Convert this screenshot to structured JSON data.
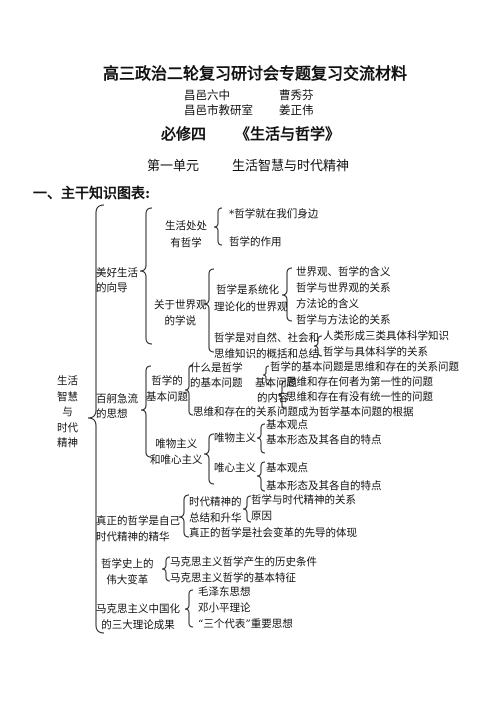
{
  "header": {
    "title": "高三政治二轮复习研讨会专题复习交流材料",
    "authors": [
      {
        "org": "昌邑六中",
        "name": "曹秀芬"
      },
      {
        "org": "昌邑市教研室",
        "name": "姜正伟"
      }
    ],
    "book": "必修四",
    "book_title": "《生活与哲学》",
    "unit": "第一单元",
    "unit_title": "生活智慧与时代精神",
    "section": "一、主干知识图表:"
  },
  "tree": {
    "root": [
      "生活",
      "智慧",
      "与",
      "时代",
      "精神"
    ],
    "b1": {
      "label": [
        "美好生活",
        "的向导"
      ],
      "s1": {
        "label": [
          "生活处处",
          "有哲学"
        ],
        "items": [
          "*哲学就在我们身边",
          "哲学的作用"
        ]
      },
      "s2": {
        "label": [
          "关于世界观",
          "的学说"
        ],
        "a": {
          "label": [
            "哲学是系统化",
            "理论化的世界观"
          ],
          "items": [
            "世界观、哲学的含义",
            "哲学与世界观的关系",
            "方法论的含义",
            "哲学与方法论的关系"
          ]
        },
        "b": {
          "label": [
            "哲学是对自然、社会和",
            "思维知识的概括和总结"
          ],
          "items": [
            "人类形成三类具体科学知识",
            "哲学与具体科学的关系"
          ]
        }
      }
    },
    "b2": {
      "label": [
        "百舸急流",
        "的思想"
      ],
      "s1": {
        "label": [
          "哲学的",
          "基本问题"
        ],
        "p1": {
          "label": [
            "什么是哲学",
            "的基本问题"
          ],
          "item": "哲学的基本问题是思维和存在的关系问题"
        },
        "p2": {
          "label": [
            "基本问题",
            "的内容"
          ],
          "items": [
            "思维和存在何者为第一性的问题",
            "思维和存在有没有统一性的问题"
          ]
        },
        "note": "思维和存在的关系问题成为哲学基本问题的根据"
      },
      "s2": {
        "label": [
          "唯物主义",
          "和唯心主义"
        ],
        "m": {
          "label": "唯物主义",
          "items": [
            "基本观点",
            "基本形态及其各自的特点"
          ]
        },
        "i": {
          "label": "唯心主义",
          "items": [
            "基本观点",
            "基本形态及其各自的特点"
          ]
        }
      }
    },
    "b3": {
      "label": [
        "真正的哲学是自己",
        "时代精神的精华"
      ],
      "a": {
        "label": [
          "时代精神的",
          "总结和升华"
        ],
        "items": [
          "哲学与时代精神的关系",
          "原因"
        ]
      },
      "note": "真正的哲学是社会变革的先导的体现"
    },
    "b4": {
      "label": [
        "哲学史上的",
        "伟大变革"
      ],
      "items": [
        "马克思主义哲学产生的历史条件",
        "马克思主义哲学的基本特征"
      ]
    },
    "b5": {
      "label": [
        "马克思主义中国化",
        "的三大理论成果"
      ],
      "items": [
        "毛泽东思想",
        "邓小平理论",
        "“三个代表”重要思想"
      ]
    }
  }
}
